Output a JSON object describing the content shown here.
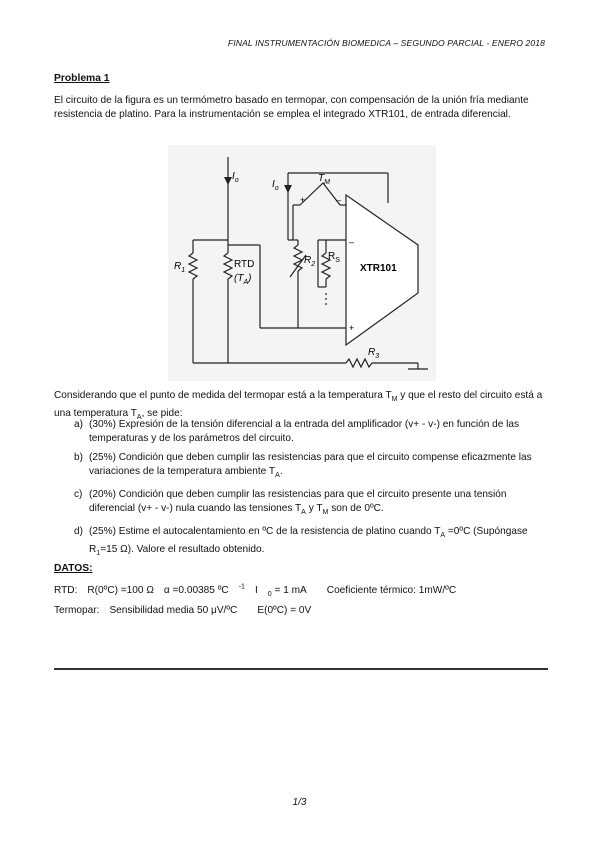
{
  "header": "FINAL INSTRUMENTACIÓN BIOMEDICA – SEGUNDO PARCIAL - ENERO 2018",
  "problem_title": "Problema 1",
  "intro": "El circuito de la figura es un termómetro basado en termopar, con compensación de la unión fría mediante resistencia de platino. Para la instrumentación se emplea el integrado XTR101, de entrada diferencial.",
  "circuit": {
    "label_io_left": "I",
    "label_io_left_sub": "o",
    "label_io_right": "I",
    "label_io_right_sub": "o",
    "label_tm": "T",
    "label_tm_sub": "M",
    "label_r1": "R",
    "label_r1_sub": "1",
    "label_rtd": "RTD",
    "label_ta_open": "(T",
    "label_ta_sub": "A",
    "label_ta_close": ")",
    "label_r2": "R",
    "label_r2_sub": "2",
    "label_rs": "R",
    "label_rs_sub": "S",
    "label_r3": "R",
    "label_r3_sub": "3",
    "label_chip": "XTR101",
    "label_plus_top": "+",
    "label_minus_top": "–",
    "label_minus_input": "–",
    "label_plus_input": "+"
  },
  "consider": {
    "p1": "Considerando que el punto de medida del termopar está a la temperatura T",
    "p1_sub": "M",
    "p2": " y  que el resto del circuito está a una temperatura T",
    "p2_sub": "A",
    "p3": ", se pide:"
  },
  "items": [
    {
      "label": "a)",
      "text": "(30%) Expresión de la tensión diferencial a la entrada del amplificador (v+ - v-) en función de las temperaturas y de los parámetros del circuito."
    },
    {
      "label": "b)",
      "text_a": "(25%) Condición que deben cumplir las resistencias para que el circuito compense eficazmente las variaciones de la temperatura ambiente T",
      "sub": "A",
      "text_b": "."
    },
    {
      "label": "c)",
      "text_a": "(20%) Condición que deben cumplir las resistencias para que el circuito presente una tensión diferencial (v+ - v-) nula cuando las tensiones T",
      "sub1": "A",
      "text_b": " y T",
      "sub2": "M",
      "text_c": " son de 0ºC."
    },
    {
      "label": "d)",
      "text_a": "(25%) Estime el autocalentamiento en ºC de la resistencia de platino cuando T",
      "sub1": "A",
      "text_b": " =0ºC (Supóngase R",
      "sub2": "1",
      "text_c": "=15 Ω). Valore el resultado obtenido."
    }
  ],
  "datos_title": "DATOS:",
  "datos": {
    "rtd_label": "RTD:",
    "rtd_r0": "R(0ºC) =100 Ω",
    "rtd_alpha_a": "α =0.00385 ºC",
    "rtd_alpha_sup": "-1",
    "rtd_io_a": "I",
    "rtd_io_sub": "0",
    "rtd_io_b": " = 1 mA",
    "rtd_coef": "Coeficiente térmico:  1mW/ºC",
    "termopar_label": "Termopar:",
    "termopar_sens": "Sensibilidad media 50 μV/ºC",
    "termopar_e0": "E(0ºC) = 0V"
  },
  "footer": "1/3"
}
